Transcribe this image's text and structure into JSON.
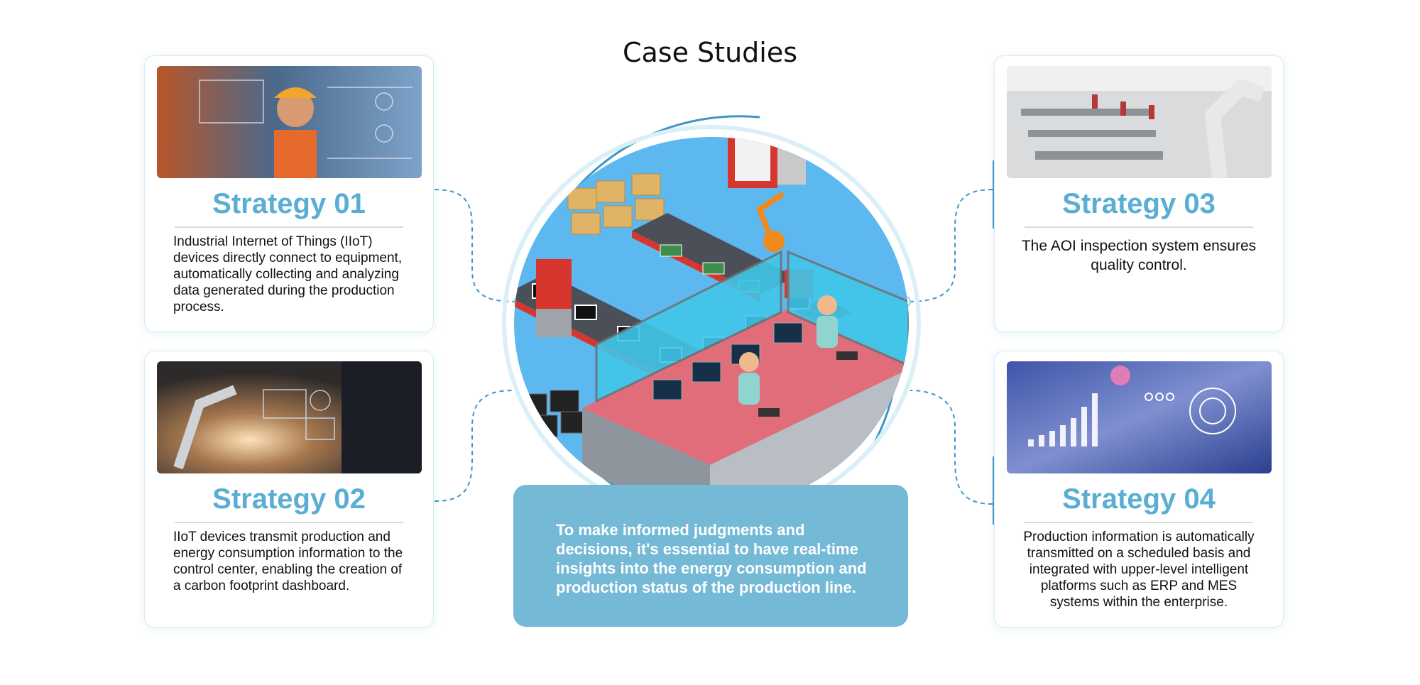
{
  "page": {
    "title": "Case Studies"
  },
  "strategies": [
    {
      "heading": "Strategy 01",
      "description": "Industrial Internet of Things (IIoT) devices directly connect to equipment, automatically collecting and analyzing data generated during the production process."
    },
    {
      "heading": "Strategy 02",
      "description": "IIoT devices transmit production and energy consumption information to the control center, enabling the creation of a carbon footprint dashboard."
    },
    {
      "heading": "Strategy 03",
      "description": "The AOI inspection system ensures quality control."
    },
    {
      "heading": "Strategy 04",
      "description": "Production information is automatically transmitted on a scheduled basis and integrated with upper-level intelligent platforms such as ERP and MES systems within the enterprise."
    }
  ],
  "callout": {
    "text": "To make informed judgments and decisions, it's essential to have real-time insights into the energy consumption and production status of the production line."
  },
  "colors": {
    "accent": "#5aaed4",
    "callout": "#74b9d6",
    "line": "#3c97c6",
    "floor": "#5cb8ef"
  },
  "images": {
    "strategy_01": "worker-hardhat-photo",
    "strategy_02": "robot-arm-tablet-photo",
    "strategy_03": "factory-line-photo",
    "strategy_04": "data-chart-hud-photo",
    "center": "isometric-smart-factory-illustration"
  }
}
